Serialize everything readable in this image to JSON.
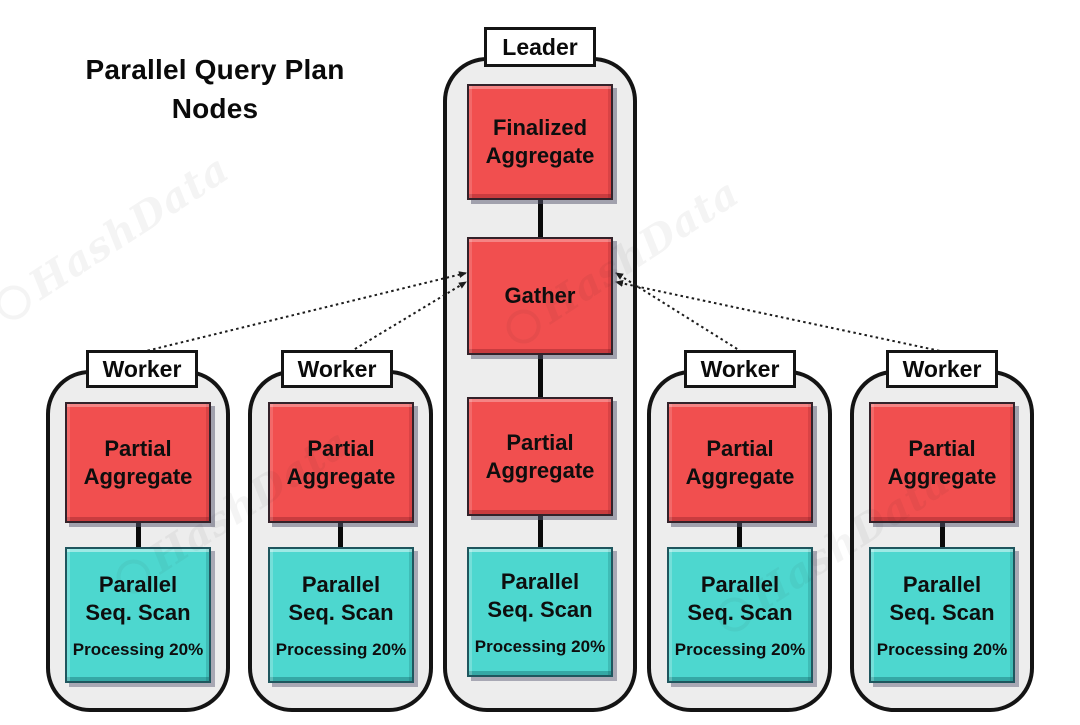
{
  "title": {
    "line1": "Parallel Query Plan",
    "line2": "Nodes"
  },
  "watermark": {
    "text": "HashData"
  },
  "colors": {
    "node_red": "#F14F4F",
    "node_teal": "#4DD7CF",
    "container_fill": "#EDEDED",
    "border_black": "#141414"
  },
  "diagram": {
    "leader": {
      "label": "Leader",
      "nodes": [
        {
          "id": "finalized-aggregate",
          "type": "red",
          "lines": [
            "Finalized",
            "Aggregate"
          ]
        },
        {
          "id": "gather",
          "type": "red",
          "lines": [
            "Gather"
          ]
        },
        {
          "id": "partial-aggregate",
          "type": "red",
          "lines": [
            "Partial",
            "Aggregate"
          ]
        },
        {
          "id": "parallel-seq-scan",
          "type": "teal",
          "lines": [
            "Parallel",
            "Seq. Scan"
          ],
          "status": "Processing 20%"
        }
      ]
    },
    "workers": [
      {
        "label": "Worker",
        "nodes": [
          {
            "id": "partial-aggregate",
            "type": "red",
            "lines": [
              "Partial",
              "Aggregate"
            ]
          },
          {
            "id": "parallel-seq-scan",
            "type": "teal",
            "lines": [
              "Parallel",
              "Seq. Scan"
            ],
            "status": "Processing 20%"
          }
        ]
      },
      {
        "label": "Worker",
        "nodes": [
          {
            "id": "partial-aggregate",
            "type": "red",
            "lines": [
              "Partial",
              "Aggregate"
            ]
          },
          {
            "id": "parallel-seq-scan",
            "type": "teal",
            "lines": [
              "Parallel",
              "Seq. Scan"
            ],
            "status": "Processing 20%"
          }
        ]
      },
      {
        "label": "Worker",
        "nodes": [
          {
            "id": "partial-aggregate",
            "type": "red",
            "lines": [
              "Partial",
              "Aggregate"
            ]
          },
          {
            "id": "parallel-seq-scan",
            "type": "teal",
            "lines": [
              "Parallel",
              "Seq. Scan"
            ],
            "status": "Processing 20%"
          }
        ]
      },
      {
        "label": "Worker",
        "nodes": [
          {
            "id": "partial-aggregate",
            "type": "red",
            "lines": [
              "Partial",
              "Aggregate"
            ]
          },
          {
            "id": "parallel-seq-scan",
            "type": "teal",
            "lines": [
              "Parallel",
              "Seq. Scan"
            ],
            "status": "Processing 20%"
          }
        ]
      }
    ]
  }
}
